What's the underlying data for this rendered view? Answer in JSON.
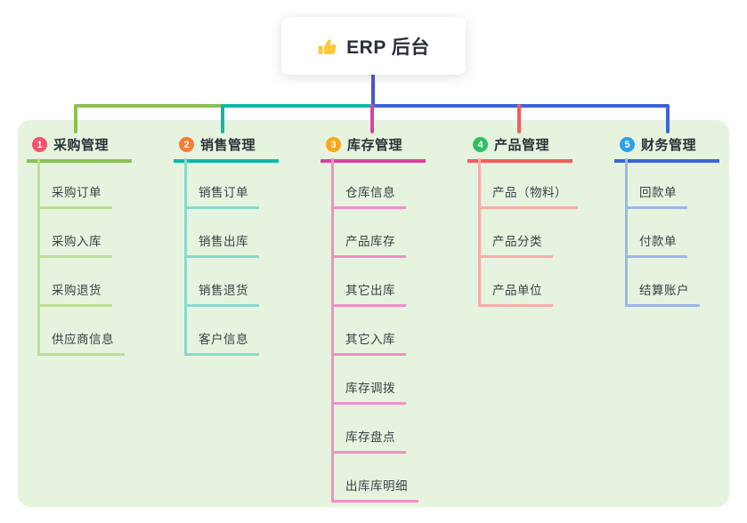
{
  "root": {
    "title": "ERP 后台",
    "icon": "thumbs-up-icon",
    "icon_color": "#FFC83D"
  },
  "panel_background": "#E6F4DF",
  "trunk_color": "#4D55CF",
  "branches": [
    {
      "number": "1",
      "title": "采购管理",
      "line_color": "#8CC152",
      "child_line_color": "#BCDF94",
      "badge_color": "#F4516C",
      "children": [
        "采购订单",
        "采购入库",
        "采购退货",
        "供应商信息"
      ]
    },
    {
      "number": "2",
      "title": "销售管理",
      "line_color": "#10B9A8",
      "child_line_color": "#86DACE",
      "badge_color": "#F97B35",
      "children": [
        "销售订单",
        "销售出库",
        "销售退货",
        "客户信息"
      ]
    },
    {
      "number": "3",
      "title": "库存管理",
      "line_color": "#D8439F",
      "child_line_color": "#F18FC9",
      "badge_color": "#FAA61A",
      "children": [
        "仓库信息",
        "产品库存",
        "其它出库",
        "其它入库",
        "库存调拨",
        "库存盘点",
        "出库库明细"
      ]
    },
    {
      "number": "4",
      "title": "产品管理",
      "line_color": "#F25E5E",
      "child_line_color": "#F8ACA9",
      "badge_color": "#2FBE62",
      "children": [
        "产品（物料）",
        "产品分类",
        "产品单位"
      ]
    },
    {
      "number": "5",
      "title": "财务管理",
      "line_color": "#3E63D6",
      "child_line_color": "#9DB5EC",
      "badge_color": "#2E9FE8",
      "children": [
        "回款单",
        "付款单",
        "结算账户"
      ]
    }
  ]
}
